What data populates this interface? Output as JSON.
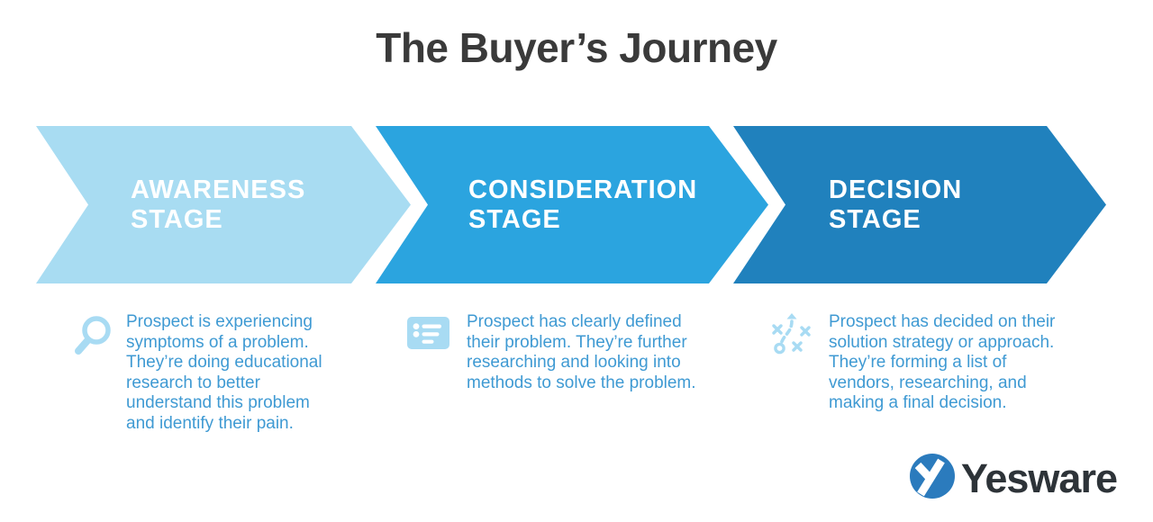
{
  "title": "The Buyer’s Journey",
  "stages": [
    {
      "label_lines": [
        "AWARENESS",
        "STAGE"
      ],
      "icon": "magnifier-icon",
      "description_lines": [
        "Prospect is experiencing",
        "symptoms of a problem.",
        "They’re doing educational",
        "research to better",
        "understand this problem",
        "and identify their pain."
      ]
    },
    {
      "label_lines": [
        "CONSIDERATION",
        "STAGE"
      ],
      "icon": "bullet-list-card-icon",
      "description_lines": [
        "Prospect has clearly defined",
        "their problem. They’re further",
        "researching and looking into",
        "methods to solve the problem."
      ]
    },
    {
      "label_lines": [
        "DECISION",
        "STAGE"
      ],
      "icon": "strategy-play-icon",
      "description_lines": [
        "Prospect has decided on their",
        "solution strategy or approach.",
        "They’re forming a list of",
        "vendors, researching, and",
        "making a final decision."
      ]
    }
  ],
  "logo": {
    "text": "Yesware",
    "icon": "yesware-y-icon"
  },
  "colors": {
    "stage1_fill": "#a8dcf2",
    "stage2_fill": "#2ba4df",
    "stage3_fill": "#2081bd",
    "stage_label_text": "#ffffff",
    "description_text": "#3f9ad3",
    "icon_blue": "#a8dbf3",
    "title_text": "#3a3a3a",
    "logo_blue": "#2b7bbd",
    "logo_text": "#2d3338",
    "background": "#ffffff"
  }
}
